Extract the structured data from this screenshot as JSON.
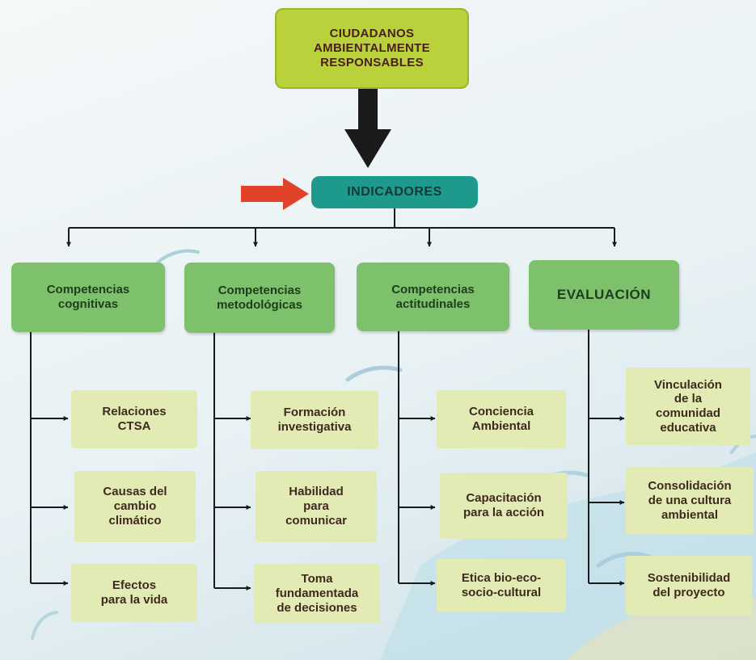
{
  "root": {
    "label": "CIUDADANOS\nAMBIENTALMENTE\nRESPONSABLES"
  },
  "indicadores": {
    "label": "INDICADORES"
  },
  "categories": [
    {
      "label": "Competencias\ncognitivas",
      "items": [
        "Relaciones\nCTSA",
        "Causas del\ncambio\nclimático",
        "Efectos\npara la vida"
      ]
    },
    {
      "label": "Competencias\nmetodológicas",
      "items": [
        "Formación\ninvestigativa",
        "Habilidad\npara\ncomunicar",
        "Toma\nfundamentada\nde decisiones"
      ]
    },
    {
      "label": "Competencias\nactitudinales",
      "items": [
        "Conciencia\nAmbiental",
        "Capacitación\npara la acción",
        "Etica bio-eco-\nsocio-cultural"
      ]
    },
    {
      "label": "EVALUACIÓN",
      "items": [
        "Vinculación\nde la\ncomunidad\neducativa",
        "Consolidación\nde una cultura\nambiental",
        "Sostenibilidad\ndel proyecto"
      ]
    }
  ],
  "colors": {
    "root_fill": "#b9d23c",
    "indicadores_fill": "#1d9a8c",
    "category_fill": "#7dc16c",
    "item_fill": "#e3ebb4",
    "connector": "#1a1a1a",
    "pointer_arrow": "#e0432a"
  }
}
